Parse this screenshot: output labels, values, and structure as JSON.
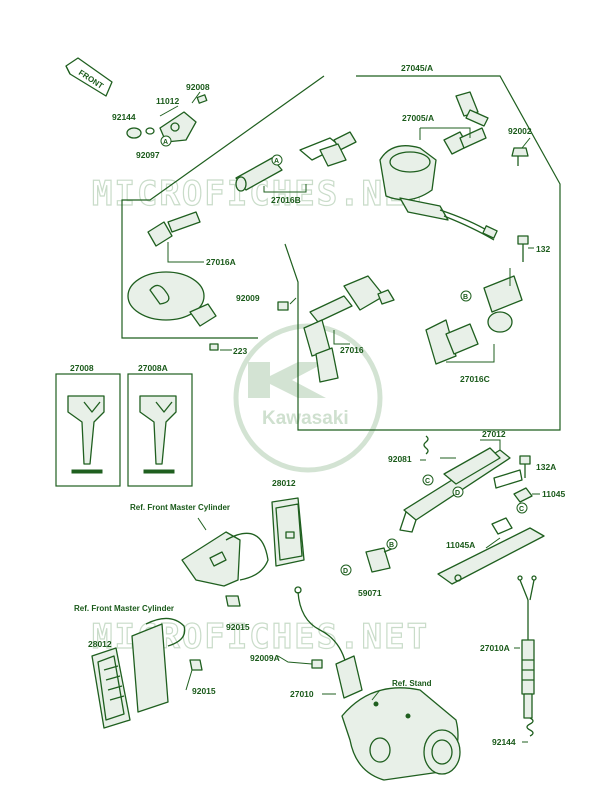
{
  "watermark": {
    "text_top": "MICROFICHES.NET",
    "text_bottom": "MICROFICHES.NET",
    "logo_text": "Kawasaki"
  },
  "front_arrow": "FRONT",
  "part_labels": {
    "p27045A": "27045/A",
    "p92008": "92008",
    "p11012": "11012",
    "p92144A": "92144",
    "circle_A1": "A",
    "p92097": "92097",
    "p27005A": "27005/A",
    "p92002": "92002",
    "circle_A2": "A",
    "p27016B": "27016B",
    "p132": "132",
    "p27016A": "27016A",
    "p92009": "92009",
    "circle_B1": "B",
    "p223": "223",
    "p27016": "27016",
    "p27016C": "27016C",
    "p27008": "27008",
    "p27008A": "27008A",
    "p27012": "27012",
    "p92081": "92081",
    "p132A": "132A",
    "circle_C1": "C",
    "circle_D1": "D",
    "p11045": "11045",
    "p28012a": "28012",
    "ref_front_master_1": "Ref. Front Master Cylinder",
    "circle_C2": "C",
    "p11045A": "11045A",
    "circle_B2": "B",
    "circle_D2": "D",
    "p59071": "59071",
    "p92015a": "92015",
    "ref_front_master_2": "Ref. Front Master Cylinder",
    "p28012b": "28012",
    "p27010A": "27010A",
    "p92009A": "92009A",
    "p92015b": "92015",
    "ref_stand": "Ref. Stand",
    "p27010": "27010",
    "p92144": "92144"
  },
  "colors": {
    "ink": "#1f5f1f",
    "watermark": "#c9dcc9"
  }
}
